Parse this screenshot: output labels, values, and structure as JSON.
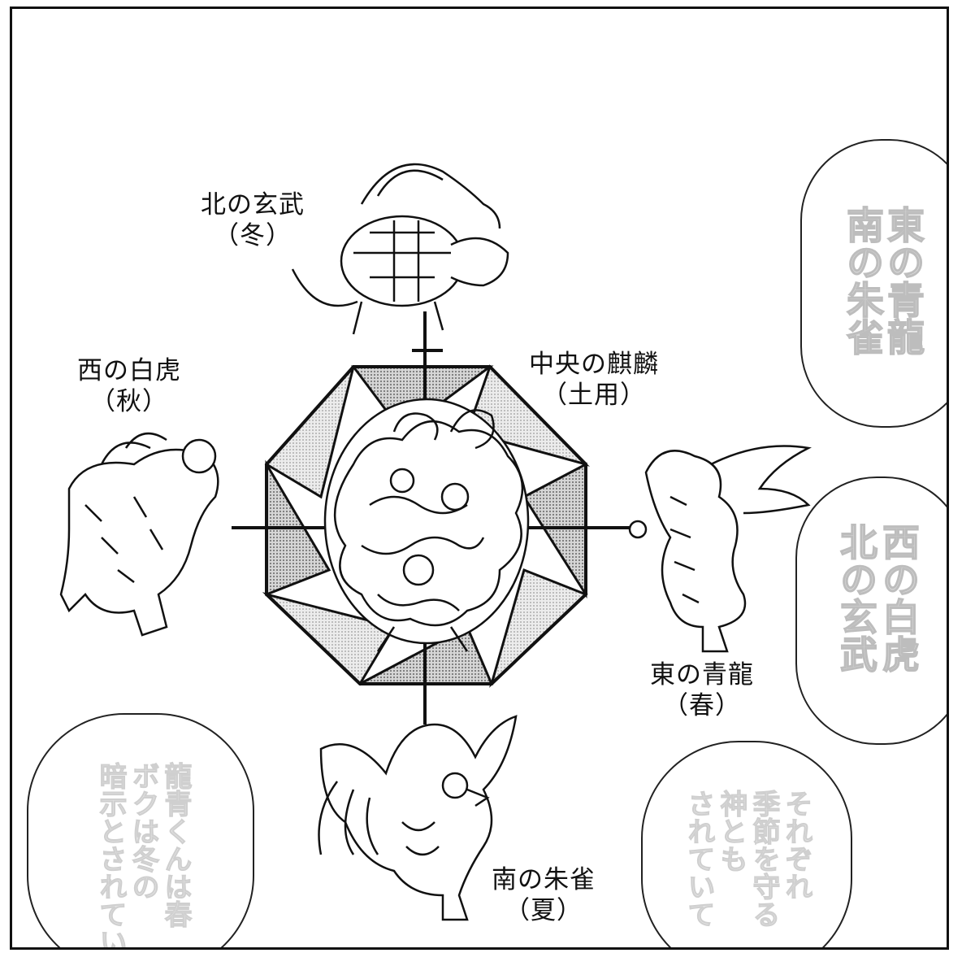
{
  "labels": {
    "north": {
      "name": "北の玄武",
      "season": "（冬）"
    },
    "west": {
      "name": "西の白虎",
      "season": "（秋）"
    },
    "center": {
      "name": "中央の麒麟",
      "season": "（土用）"
    },
    "east": {
      "name": "東の青龍",
      "season": "（春）"
    },
    "south": {
      "name": "南の朱雀",
      "season": "（夏）"
    }
  },
  "bubbles": {
    "top_right": [
      "東の青龍",
      "南の朱雀"
    ],
    "middle_right": [
      "西の白虎",
      "北の玄武"
    ],
    "bottom_left": [
      "龍青くんは春",
      "ボクは冬の",
      "暗示とされている"
    ],
    "bottom_right": [
      "それぞれ",
      "季節を守る",
      "神とも",
      "されていて"
    ]
  },
  "colors": {
    "ink": "#111111",
    "tone_dark": "#8a8a8a",
    "tone_light": "#c8c8c8",
    "paper": "#ffffff"
  },
  "icons": [
    "black-tortoise-icon",
    "white-tiger-icon",
    "qilin-icon",
    "azure-dragon-icon",
    "vermilion-bird-icon"
  ]
}
